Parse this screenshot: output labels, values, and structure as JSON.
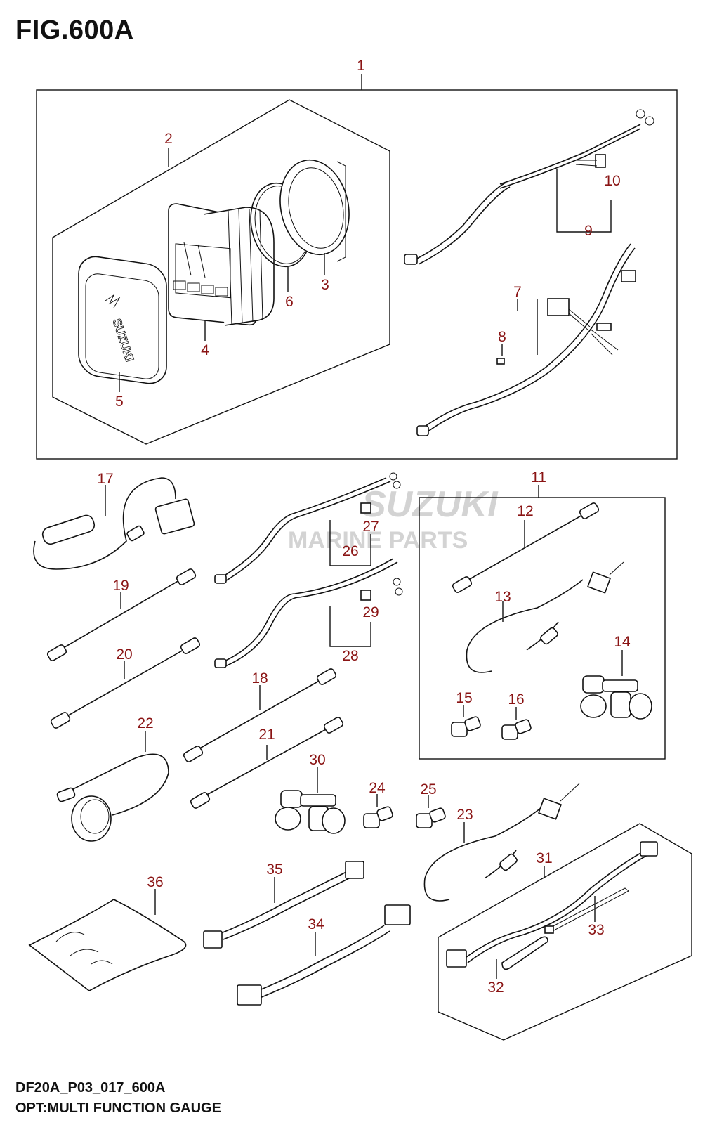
{
  "figure": {
    "title": "FIG.600A",
    "code": "DF20A_P03_017_600A",
    "name": "OPT:MULTI FUNCTION GAUGE"
  },
  "watermark": {
    "brand": "SUZUKI",
    "subtitle": "MARINE PARTS"
  },
  "brand_mark": "SUZUKI",
  "callouts": [
    "1",
    "2",
    "3",
    "4",
    "5",
    "6",
    "7",
    "8",
    "9",
    "10",
    "11",
    "12",
    "13",
    "14",
    "15",
    "16",
    "17",
    "18",
    "19",
    "20",
    "21",
    "22",
    "23",
    "24",
    "25",
    "26",
    "27",
    "28",
    "29",
    "30",
    "31",
    "32",
    "33",
    "34",
    "35",
    "36"
  ],
  "colors": {
    "callout": "#8a1414",
    "line": "#111111",
    "watermark": "#cfcfcf"
  }
}
